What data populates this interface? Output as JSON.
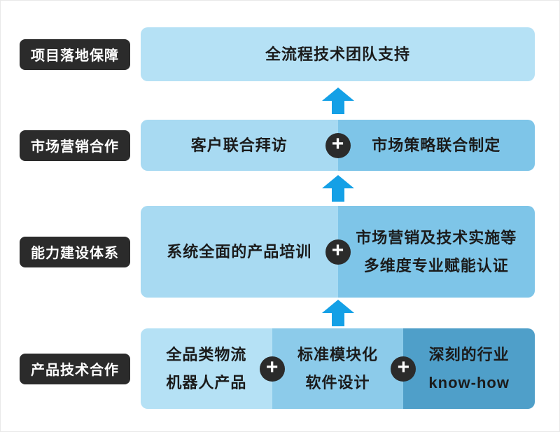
{
  "rows": [
    {
      "label": "项目落地保障",
      "boxes": [
        {
          "text": "全流程技术团队支持",
          "color": "#b5e1f5"
        }
      ]
    },
    {
      "label": "市场营销合作",
      "boxes": [
        {
          "text": "客户联合拜访",
          "color": "#a8daf2"
        },
        {
          "text": "市场策略联合制定",
          "color": "#7ec5e8"
        }
      ]
    },
    {
      "label": "能力建设体系",
      "boxes": [
        {
          "text": "系统全面的产品培训",
          "color": "#a8daf2"
        },
        {
          "text": "市场营销及技术实施等\n多维度专业赋能认证",
          "color": "#7ec5e8"
        }
      ]
    },
    {
      "label": "产品技术合作",
      "boxes": [
        {
          "text": "全品类物流\n机器人产品",
          "color": "#b5e1f5"
        },
        {
          "text": "标准模块化\n软件设计",
          "color": "#8ccbea"
        },
        {
          "text": "深刻的行业\nknow-how",
          "color": "#4f9fc9"
        }
      ]
    }
  ],
  "icons": {
    "plus": "+"
  },
  "colors": {
    "arrow": "#14a0e6",
    "label_bg": "#2b2b2b",
    "label_text": "#ffffff",
    "plus_bg": "#2b2b2b",
    "plus_text": "#ffffff",
    "box_text": "#1b1b1b"
  }
}
